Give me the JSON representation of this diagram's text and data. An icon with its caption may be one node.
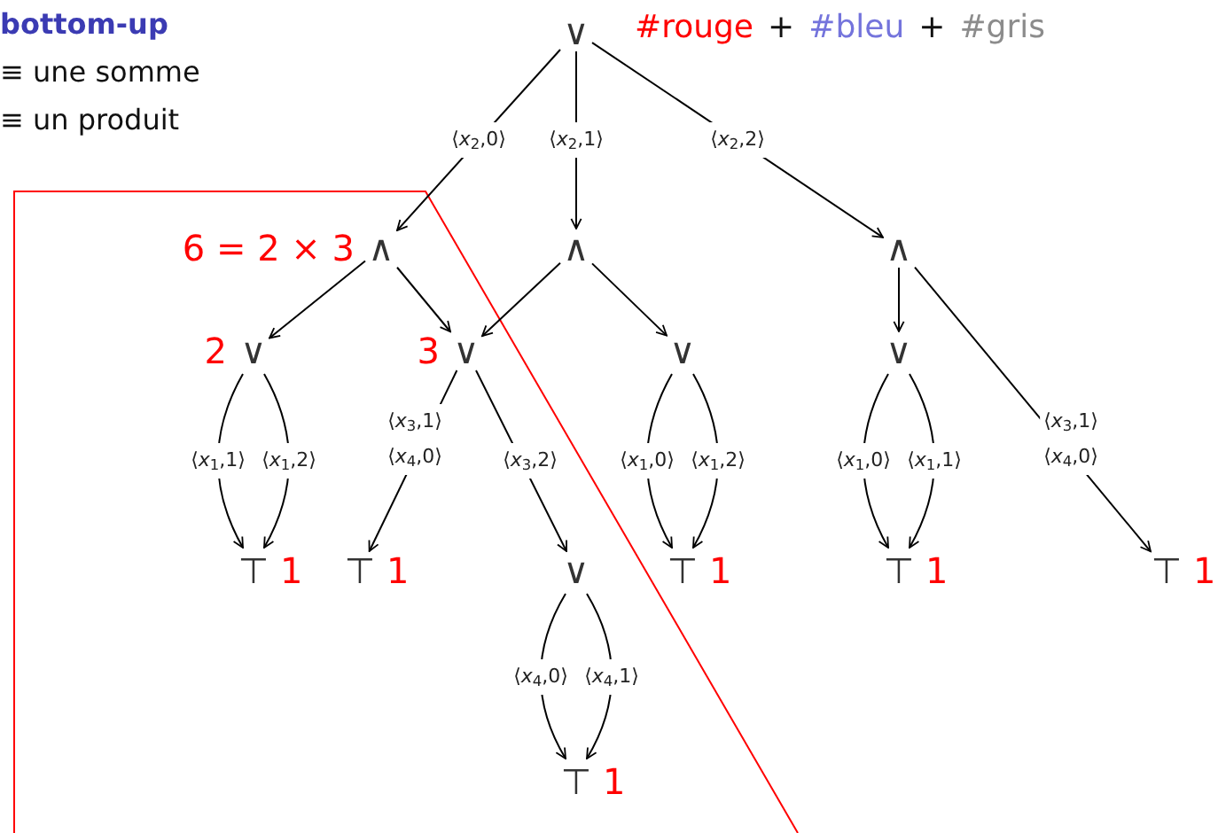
{
  "diagram": {
    "nodes": [
      {
        "text": [
          "∨"
        ]
      },
      {
        "text": [
          "∧"
        ],
        "beside": [
          "6 = 2 × 3"
        ]
      },
      {
        "text": [
          "∧"
        ]
      },
      {
        "text": [
          "∧"
        ]
      },
      {
        "text": [
          "∨"
        ],
        "beside": [
          "2"
        ]
      },
      {
        "text": [
          "∨"
        ],
        "beside": [
          "3"
        ]
      },
      {
        "text": [
          "∨"
        ]
      },
      {
        "text": [
          "∨"
        ]
      },
      {
        "text": [
          "⊤"
        ],
        "beside": [
          "1"
        ]
      },
      {
        "text": [
          "⊤"
        ],
        "beside": [
          "1"
        ]
      },
      {
        "text": [
          "∨"
        ]
      },
      {
        "text": [
          "⊤"
        ],
        "beside": [
          "1"
        ]
      },
      {
        "text": [
          "⊤"
        ],
        "beside": [
          "1"
        ]
      },
      {
        "text": [
          "⊤"
        ],
        "beside": [
          "1"
        ]
      },
      {
        "text": [
          "⊤"
        ],
        "beside": [
          "1"
        ]
      }
    ],
    "edges": [
      {
        "from": 0,
        "to": 1,
        "arrow": "to",
        "label": "⟨*x*$_{2}$,0⟩"
      },
      {
        "from": 0,
        "to": 2,
        "arrow": "to",
        "label": "⟨*x*$_{2}$,1⟩"
      },
      {
        "from": 0,
        "to": 3,
        "arrow": "to",
        "label": "⟨*x*$_{2}$,2⟩"
      },
      {
        "from": 1,
        "to": 4,
        "arrow": "to"
      },
      {
        "from": 1,
        "to": 5,
        "arrow": "to"
      },
      {
        "from": 2,
        "to": 5,
        "arrow": "to"
      },
      {
        "from": 2,
        "to": 6,
        "arrow": "to"
      },
      {
        "from": 3,
        "to": 7,
        "arrow": "to"
      },
      {
        "from": 3,
        "to": 13,
        "arrow": "to",
        "label": "⟨*x*$_{3}$,1⟩ ⟨*x*$_{4}$,0⟩"
      },
      {
        "from": 4,
        "to": 8,
        "arrow": "to",
        "label": "⟨*x*$_{1}$,1⟩"
      },
      {
        "from": 4,
        "to": 8,
        "arrow": "to",
        "label": "⟨*x*$_{1}$,2⟩"
      },
      {
        "from": 5,
        "to": 9,
        "arrow": "to",
        "label": "⟨*x*$_{3}$,1⟩ ⟨*x*$_{4}$,0⟩"
      },
      {
        "from": 5,
        "to": 10,
        "arrow": "to",
        "label": "⟨*x*$_{3}$,2⟩"
      },
      {
        "from": 6,
        "to": 11,
        "arrow": "to",
        "label": "⟨*x*$_{1}$,0⟩"
      },
      {
        "from": 6,
        "to": 11,
        "arrow": "to",
        "label": "⟨*x*$_{1}$,2⟩"
      },
      {
        "from": 7,
        "to": 12,
        "arrow": "to",
        "label": "⟨*x*$_{1}$,0⟩"
      },
      {
        "from": 7,
        "to": 12,
        "arrow": "to",
        "label": "⟨*x*$_{1}$,1⟩"
      },
      {
        "from": 10,
        "to": 14,
        "arrow": "to",
        "label": "⟨*x*$_{4}$,0⟩"
      },
      {
        "from": 10,
        "to": 14,
        "arrow": "to",
        "label": "⟨*x*$_{4}$,1⟩"
      }
    ],
    "labels": [
      "bottom-up",
      "≡ une somme",
      "≡ un produit",
      "#rouge",
      "+",
      "#bleu",
      "+",
      "#gris"
    ]
  }
}
